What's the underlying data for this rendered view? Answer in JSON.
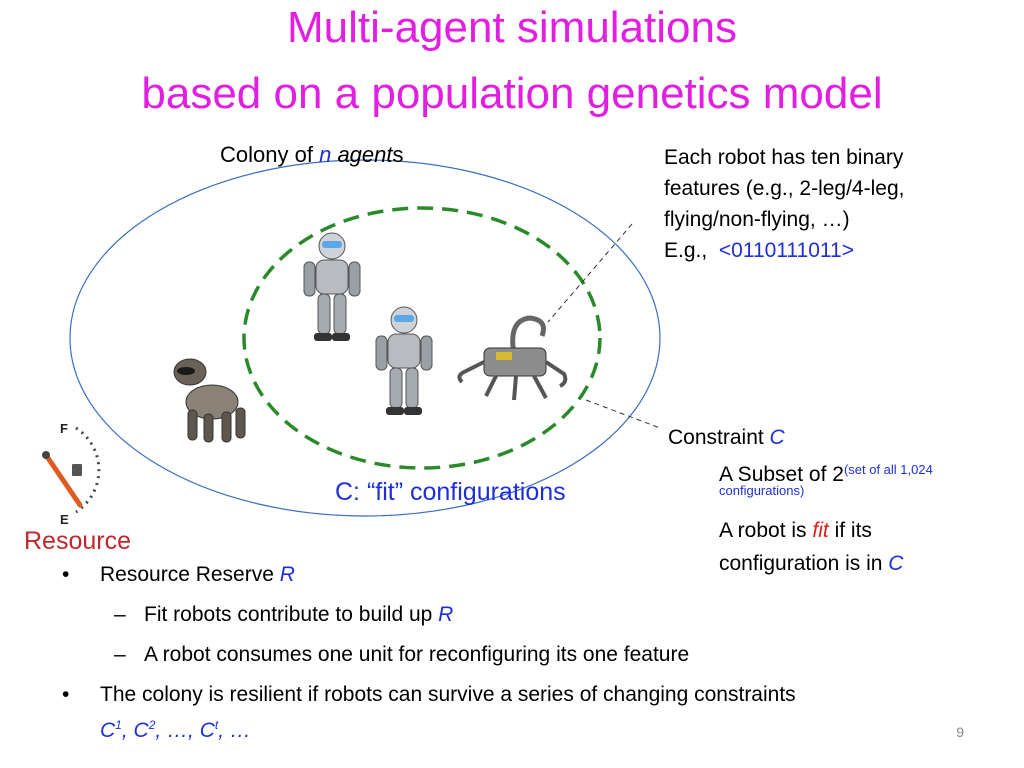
{
  "slide": {
    "title_line1": "Multi-agent simulations",
    "title_line2": "based on a population genetics model",
    "page_number": "9"
  },
  "colony": {
    "label_prefix": "Colony of ",
    "label_n": "n",
    "label_space": " ",
    "label_agent": "agent",
    "label_suffix": "s",
    "fit_label": "C: “fit” configurations"
  },
  "features_note": {
    "line1": "Each robot has ten binary",
    "line2": "features (e.g., 2-leg/4-leg,",
    "line3": "flying/non-flying, …)",
    "eg_prefix": "E.g.,",
    "eg_value": "<0110111011>"
  },
  "constraint": {
    "label": "Constraint ",
    "symbol": "C",
    "subset_prefix": "A Subset of 2",
    "subset_sup": "(set of all 1,024",
    "subset_sup2": "configurations)",
    "fit_line1_prefix": "A robot is ",
    "fit_word": "fit",
    "fit_line1_suffix": " if its",
    "fit_line2_prefix": "configuration is in ",
    "fit_line2_symbol": "C"
  },
  "resource": {
    "label": "Resource",
    "gauge_full": "F",
    "gauge_empty": "E",
    "gauge_icon": "fuel-pump-icon"
  },
  "bullets": {
    "b1_prefix": "Resource Reserve ",
    "b1_symbol": "R",
    "b1a_prefix": "Fit robots contribute to build up ",
    "b1a_symbol": "R",
    "b1b": "A robot consumes one unit for reconfiguring its one feature",
    "b2": "The colony is resilient if robots can survive a series of changing constraints",
    "b2_c": "C",
    "b2_sup1": "1",
    "b2_sep1": ", ",
    "b2_sup2": "2",
    "b2_sep2": ", …, ",
    "b2_supt": "t",
    "b2_end": ", …"
  },
  "colors": {
    "title": "#e21ee2",
    "accent_blue": "#1f2fd8",
    "fit_red": "#e02020",
    "ellipse_outer": "#3a6ec2",
    "ellipse_fit": "#2a8a2a",
    "resource_label": "#c0282c"
  }
}
